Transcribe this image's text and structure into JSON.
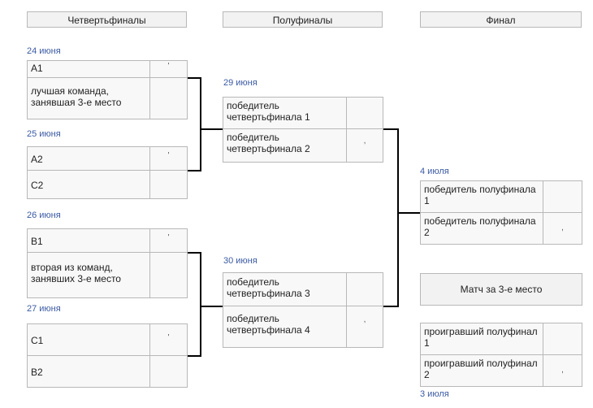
{
  "headers": {
    "quarterfinals": "Четвертьфиналы",
    "semifinals": "Полуфиналы",
    "final": "Финал"
  },
  "quarterfinals": [
    {
      "date": "24 июня",
      "team1": "A1",
      "score1": "'",
      "team2": "лучшая команда, занявшая 3-е место",
      "score2": ""
    },
    {
      "date": "25 июня",
      "team1": "A2",
      "score1": "'",
      "team2": "C2",
      "score2": ""
    },
    {
      "date": "26 июня",
      "team1": "B1",
      "score1": "'",
      "team2": "вторая из команд, занявших 3-е место",
      "score2": ""
    },
    {
      "date": "27 июня",
      "team1": "C1",
      "score1": "'",
      "team2": "B2",
      "score2": ""
    }
  ],
  "semifinals": [
    {
      "date": "29 июня",
      "team1": "победитель четвертьфинала 1",
      "score1": "",
      "team2": "победитель четвертьфинала 2",
      "score2": ","
    },
    {
      "date": "30 июня",
      "team1": "победитель четвертьфинала 3",
      "score1": "",
      "team2": "победитель четвертьфинала 4",
      "score2": ","
    }
  ],
  "final": {
    "date": "4 июля",
    "team1": "победитель полуфинала 1",
    "score1": "",
    "team2": "победитель полуфинала 2",
    "score2": ","
  },
  "third_place": {
    "label": "Матч за 3-е место",
    "date": "3 июля",
    "team1": "проигравший полуфинал 1",
    "score1": "",
    "team2": "проигравший полуфинал 2",
    "score2": ","
  }
}
